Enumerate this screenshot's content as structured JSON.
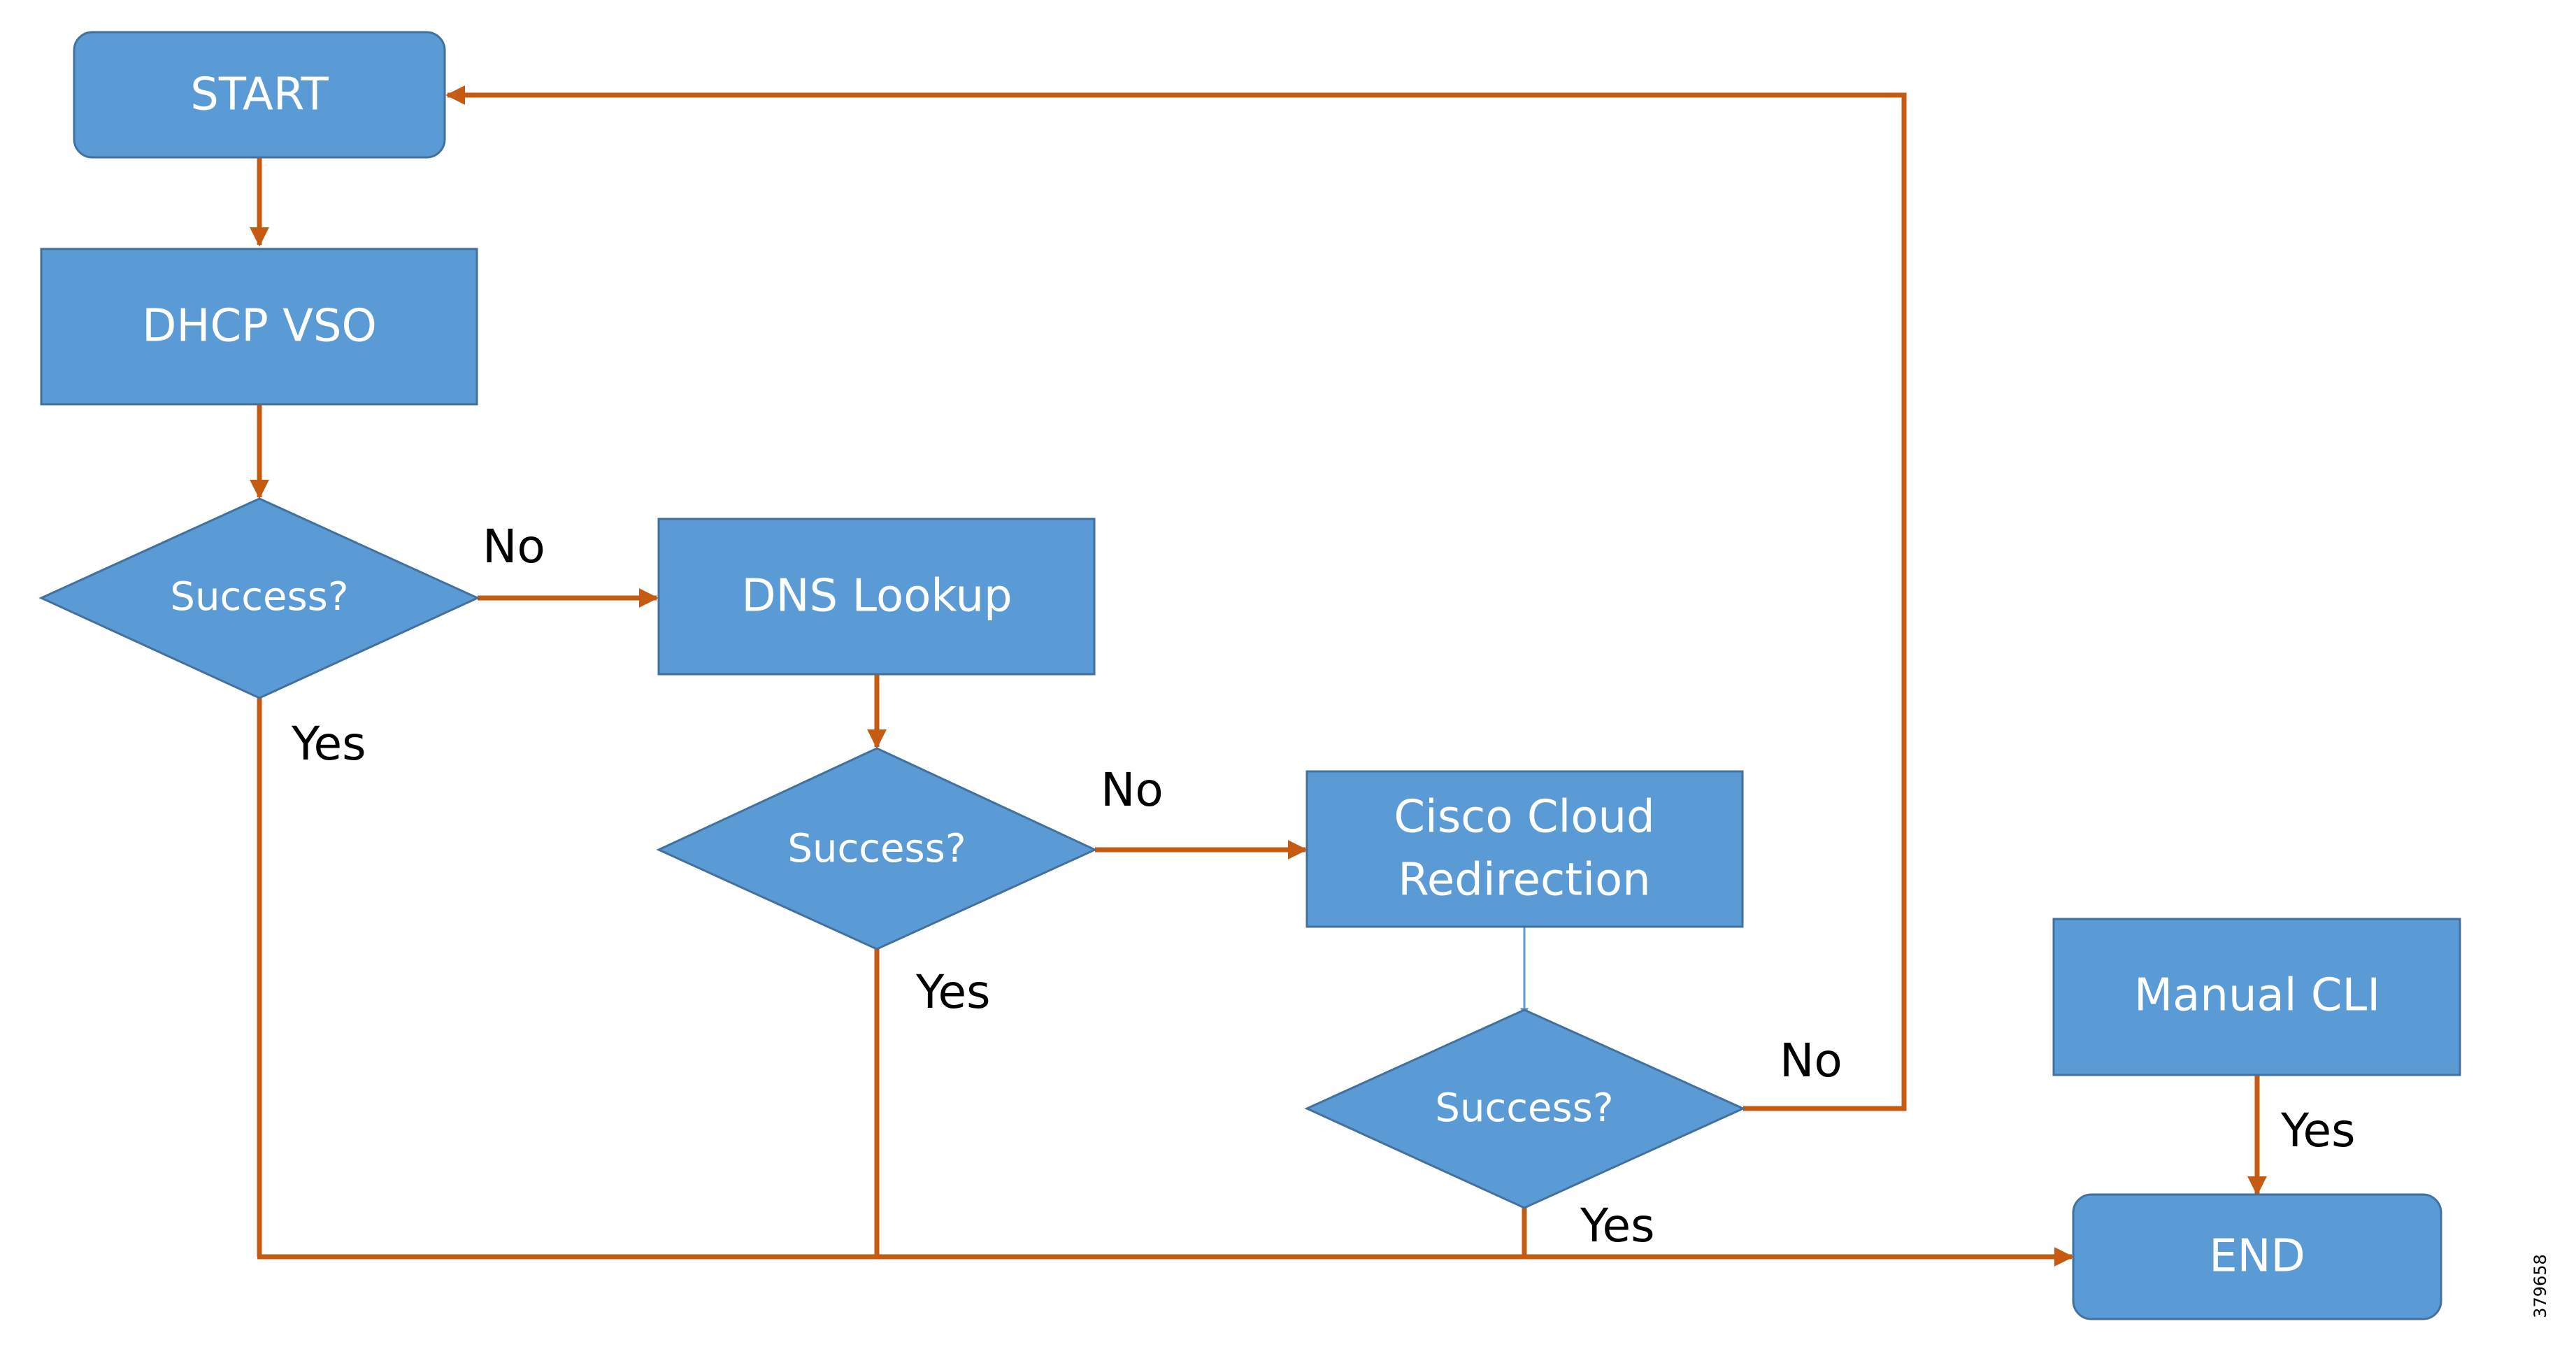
{
  "colors": {
    "node_fill": "#5B9BD5",
    "node_stroke": "#41719C",
    "edge": "#C55A11",
    "edge_light": "#5B9BD5",
    "text": "#FFFFFF",
    "label": "#000000"
  },
  "nodes": {
    "start": "START",
    "dhcp_vso": "DHCP VSO",
    "decision_1": "Success?",
    "dns_lookup": "DNS Lookup",
    "decision_2": "Success?",
    "cloud_line1": "Cisco Cloud",
    "cloud_line2": "Redirection",
    "decision_3": "Success?",
    "manual_cli": "Manual CLI",
    "end": "END"
  },
  "edge_labels": {
    "d1_no": "No",
    "d1_yes": "Yes",
    "d2_no": "No",
    "d2_yes": "Yes",
    "d3_no": "No",
    "d3_yes": "Yes",
    "manual_yes": "Yes"
  },
  "figure_id": "379658"
}
